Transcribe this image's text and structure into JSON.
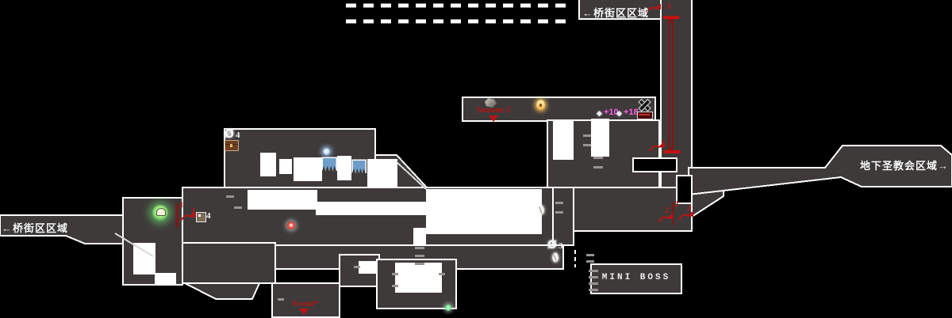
{
  "map_name": "metroidvania-area-map",
  "colors": {
    "background": "#000000",
    "room_fill": "#3e3a3a",
    "room_border": "#ffffff",
    "route_red": "#8a1111",
    "marker_red": "#c01414",
    "pink_text": "#f06ae0",
    "blue_room": "#6d9dc8",
    "green_glow": "#49e06c",
    "gold_item": "#e8a22c"
  },
  "labels": {
    "exit_top": "←桥街区区域",
    "exit_left": "←桥街区区域",
    "exit_right": "地下圣教会区域→",
    "mini_boss": "MINI BOSS",
    "suzune": "Suzune 2",
    "event": "Event*"
  },
  "counts": {
    "magatama_upper": "4",
    "chest_box": "4",
    "magatama_lower": "3",
    "shard_bonus_1": "+10",
    "shard_bonus_2": "+18",
    "route_upper": "3",
    "enemy_upper": "3",
    "route_mid": "2",
    "enemy_mid_left": "2",
    "enemy_mid_right": "2",
    "route_left": "1",
    "enemy_left": "1"
  },
  "glyphs": {
    "magatama": "Ø",
    "crystal": "◆",
    "orb_cross": "+"
  }
}
